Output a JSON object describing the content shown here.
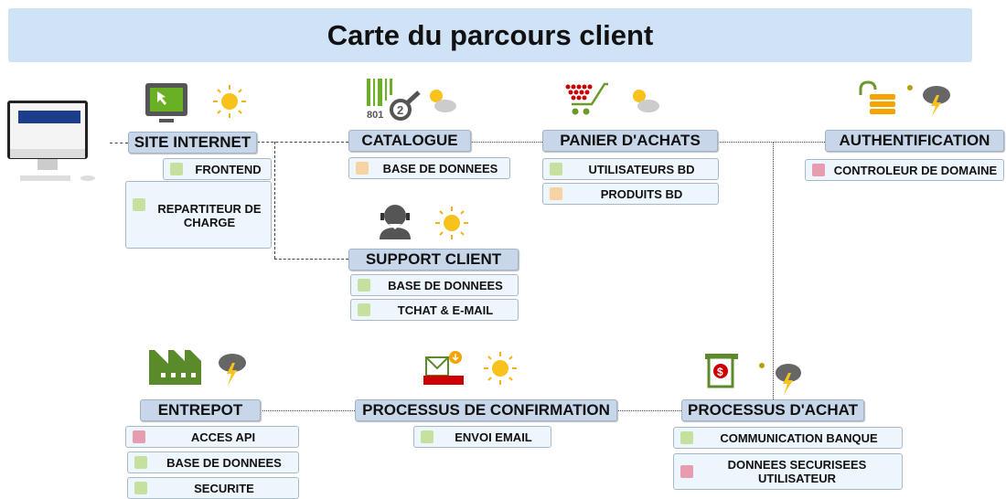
{
  "title": "Carte du parcours client",
  "colors": {
    "green": "#c6e0a0",
    "orange": "#f5d3a3",
    "pink": "#e79cb0",
    "header": "#c7d7e9",
    "title_bg": "#cfe2f6"
  },
  "nodes": {
    "site": {
      "label": "SITE INTERNET",
      "icon": "computer-cursor-icon",
      "weather": "sun",
      "items": [
        {
          "label": "FRONTEND",
          "status": "green"
        },
        {
          "label": "REPARTITEUR DE CHARGE",
          "status": "green"
        }
      ]
    },
    "catalogue": {
      "label": "CATALOGUE",
      "icon": "barcode-search-icon",
      "weather": "sun-cloud",
      "items": [
        {
          "label": "BASE DE DONNEES",
          "status": "orange"
        }
      ]
    },
    "support": {
      "label": "SUPPORT CLIENT",
      "icon": "headset-agent-icon",
      "weather": "sun",
      "items": [
        {
          "label": "BASE DE DONNEES",
          "status": "green"
        },
        {
          "label": "TCHAT & E-MAIL",
          "status": "green"
        }
      ]
    },
    "panier": {
      "label": "PANIER D'ACHATS",
      "icon": "shopping-cart-icon",
      "weather": "sun-cloud",
      "items": [
        {
          "label": "UTILISATEURS BD",
          "status": "green"
        },
        {
          "label": "PRODUITS BD",
          "status": "orange"
        }
      ]
    },
    "auth": {
      "label": "AUTHENTIFICATION",
      "icon": "unlocked-database-icon",
      "weather": "storm",
      "items": [
        {
          "label": "CONTROLEUR DE DOMAINE",
          "status": "pink"
        }
      ]
    },
    "entrepot": {
      "label": "ENTREPOT",
      "icon": "factory-icon",
      "weather": "storm",
      "items": [
        {
          "label": "ACCES API",
          "status": "pink"
        },
        {
          "label": "BASE DE DONNEES",
          "status": "green"
        },
        {
          "label": "SECURITE",
          "status": "green"
        }
      ]
    },
    "confirmation": {
      "label": "PROCESSUS DE CONFIRMATION",
      "icon": "mail-inbox-icon",
      "weather": "sun",
      "items": [
        {
          "label": "ENVOI EMAIL",
          "status": "green"
        }
      ]
    },
    "achat": {
      "label": "PROCESSUS D'ACHAT",
      "icon": "atm-money-icon",
      "weather": "storm",
      "items": [
        {
          "label": "COMMUNICATION BANQUE",
          "status": "green"
        },
        {
          "label": "DONNEES SECURISEES UTILISATEUR",
          "status": "pink"
        }
      ]
    }
  }
}
